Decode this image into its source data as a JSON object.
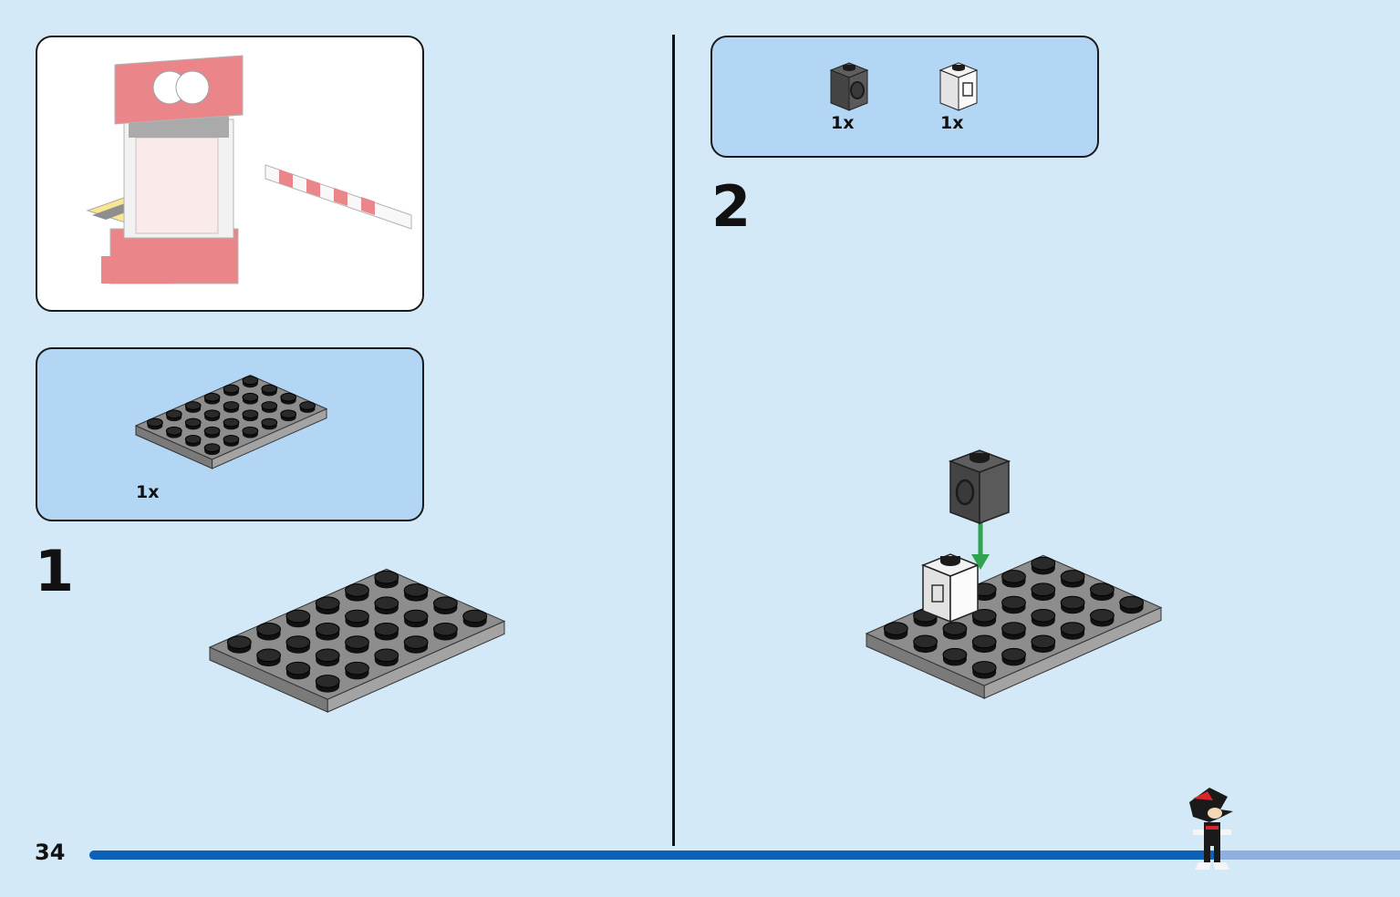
{
  "page": {
    "number": "34",
    "progress": 0.86
  },
  "steps": [
    {
      "number": "1",
      "parts": [
        {
          "name": "dark-gray-plate-4x6",
          "qty": "1x"
        }
      ]
    },
    {
      "number": "2",
      "parts": [
        {
          "name": "dark-gray-technic-brick-1x1-with-hole",
          "qty": "1x"
        },
        {
          "name": "white-brick-1x1-printed",
          "qty": "1x"
        }
      ]
    }
  ],
  "colors": {
    "background": "#d3e9f8",
    "parts_box": "#b3d6f4",
    "plate_gray": "#8d8d8d",
    "stud_black": "#1b1b1b",
    "arrow_green": "#2ea44f",
    "progress_fill": "#0b61b5",
    "progress_track": "#8fb0de"
  }
}
